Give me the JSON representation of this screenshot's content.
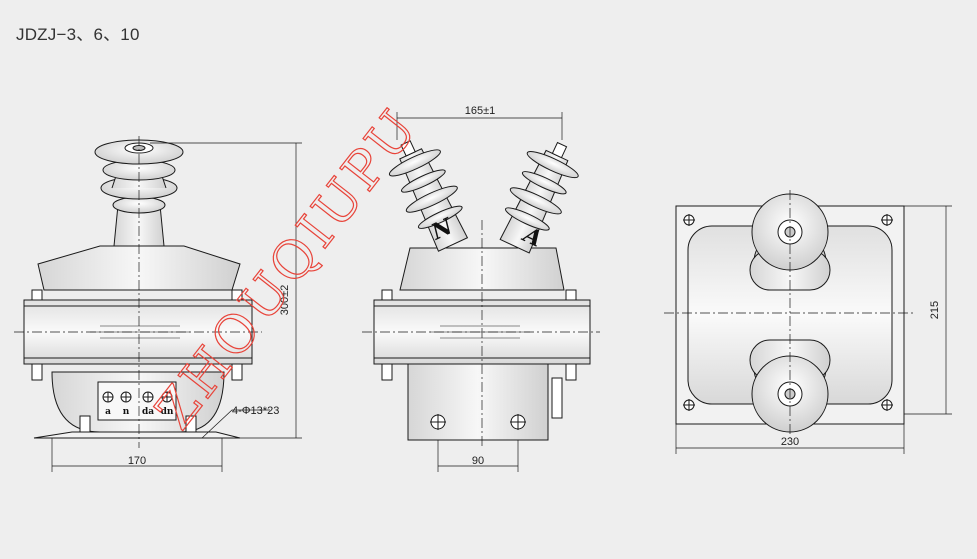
{
  "title": "JDZJ−3、6、10",
  "watermark": "ZHOUQIUPU",
  "front_view": {
    "dim_width": "170",
    "dim_height": "300±2",
    "hole_label": "4-Φ13*23",
    "terminals": [
      "a",
      "n",
      "da",
      "dn"
    ]
  },
  "side_view": {
    "dim_top": "165±1",
    "dim_bottom": "90",
    "marks": [
      "N",
      "A"
    ]
  },
  "top_view": {
    "dim_width": "230",
    "dim_height": "215"
  },
  "colors": {
    "background": "#eeeeee",
    "body_fill": "#f4f4f4",
    "line": "#1a1a1a",
    "watermark": "#e8443a"
  }
}
